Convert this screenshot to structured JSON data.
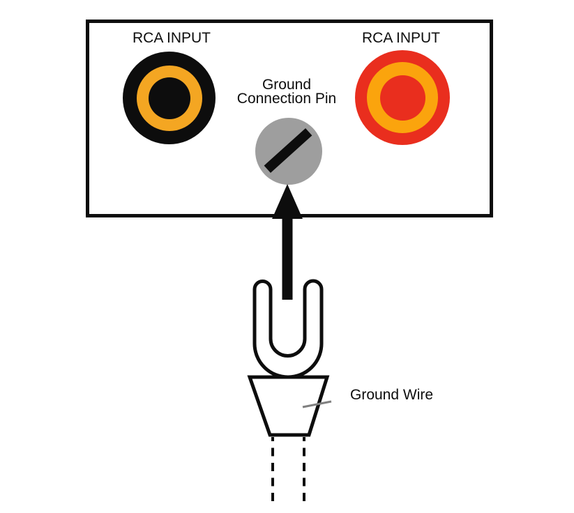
{
  "panel": {
    "left_jack_label": "RCA INPUT",
    "right_jack_label": "RCA INPUT",
    "ground_pin_label": {
      "line1": "Ground",
      "line2": "Connection Pin"
    }
  },
  "ground_wire_label": "Ground Wire",
  "colors": {
    "background": "#FFFFFF",
    "outline": "#0D0D0D",
    "left_jack_outer": "#0D0D0D",
    "left_jack_ring": "#F4A622",
    "left_jack_center": "#0D0D0D",
    "right_jack_outer": "#E92E1E",
    "right_jack_ring": "#FBA40D",
    "right_jack_center": "#E92E1E",
    "ground_pin": "#9E9E9E",
    "leader_line": "#808080"
  }
}
